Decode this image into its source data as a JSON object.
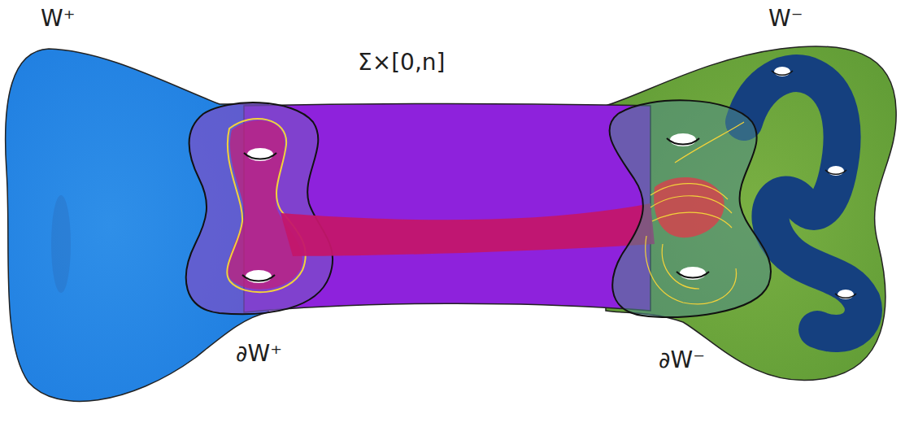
{
  "diagram": {
    "labels": [
      "W⁺",
      "Σ×[0,n]",
      "W⁻",
      "∂W⁺",
      "∂W⁻"
    ]
  }
}
